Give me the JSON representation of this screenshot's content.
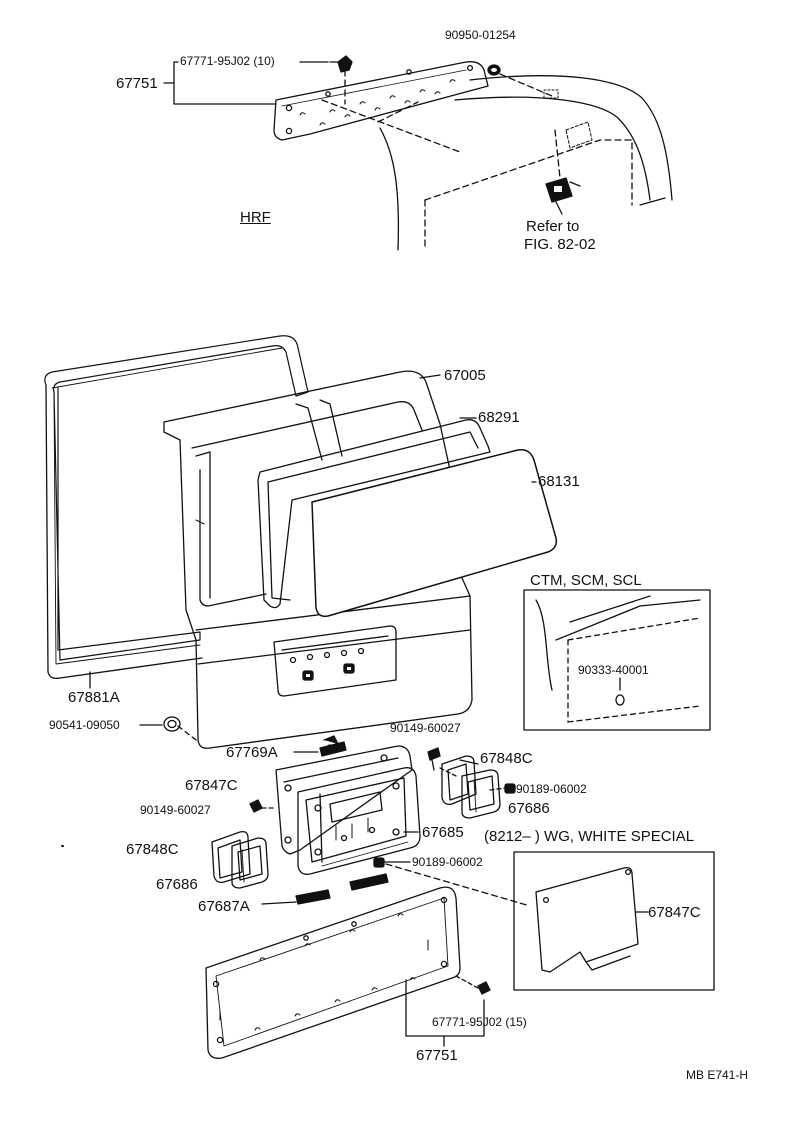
{
  "diagram": {
    "background_color": "#ffffff",
    "line_color": "#111111",
    "labels": {
      "p67771_top": "67771-95J02 (10)",
      "p67751_top": "67751",
      "p90950": "90950-01254",
      "hrf": "HRF",
      "refer_to": "Refer to",
      "fig_ref": "FIG. 82-02",
      "p67005": "67005",
      "p68291": "68291",
      "p68131": "68131",
      "inset_ctm_header": "CTM, SCM, SCL",
      "p90333": "90333-40001",
      "p67881a": "67881A",
      "p90541": "90541-09050",
      "p67769a": "67769A",
      "p90149_a": "90149-60027",
      "p67848c_right": "67848C",
      "p67847c_left": "67847C",
      "p90189_a": "90189-06002",
      "p90149_b": "90149-60027",
      "p67686_right": "67686",
      "p67685": "67685",
      "inset_wg_header": "(8212–        ) WG, WHITE  SPECIAL",
      "p67848c_left": "67848C",
      "p90189_b": "90189-06002",
      "p67686_left": "67686",
      "p67847c_right": "67847C",
      "p67687a": "67687A",
      "p67771_bottom": "67771-95J02 (15)",
      "p67751_bottom": "67751",
      "footer_code": "MB  E741-H"
    }
  }
}
